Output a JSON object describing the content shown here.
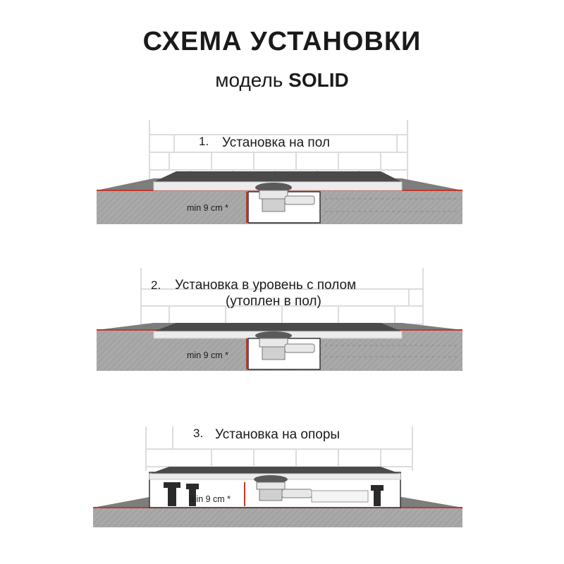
{
  "header": {
    "title": "СХЕМА УСТАНОВКИ",
    "subtitle_prefix": "модель ",
    "subtitle_model": "SOLID"
  },
  "steps": [
    {
      "number": "1.",
      "label_line1": "Установка на пол",
      "label_line2": "",
      "dimension": "min 9 cm *"
    },
    {
      "number": "2.",
      "label_line1": "Установка в уровень с полом",
      "label_line2": "(утоплен в пол)",
      "dimension": "min 9 cm *"
    },
    {
      "number": "3.",
      "label_line1": "Установка на опоры",
      "label_line2": "",
      "dimension": "min 9 cm *"
    }
  ],
  "colors": {
    "text": "#1a1a1a",
    "tray_top": "#4a4a4a",
    "floor_fill": "#a8a8a8",
    "accent_red": "#c0392b",
    "brick_line": "#dcdcdc",
    "drain": "#e8e8e8"
  }
}
